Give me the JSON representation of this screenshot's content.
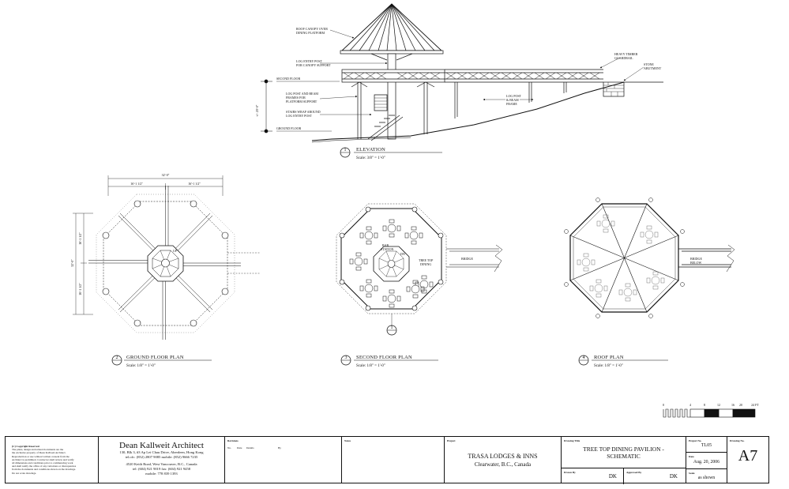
{
  "elevation": {
    "labels": {
      "roof_canopy": [
        "ROOF CANOPY OVER",
        "DINING PLATFORM"
      ],
      "log_entry_post": [
        "LOG ENTRY POST",
        "FOR CANOPY SUPPORT"
      ],
      "second_floor": "SECOND FLOOR",
      "log_post_beam": [
        "LOG POST AND BEAM",
        "FRAMES FOR",
        "PLATFORM SUPPORT"
      ],
      "stairs_wrap": [
        "STAIRS WRAP AROUND",
        "LOG ENTRY POST"
      ],
      "ground_floor": "GROUND FLOOR",
      "height_dim": "+/- 20'-0\"",
      "heavy_timber": [
        "HEAVY TIMBER",
        "GUARDRAIL"
      ],
      "stone_abutment": [
        "STONE",
        "ABUTMENT"
      ],
      "log_post_frame": [
        "LOG POST",
        "& BEAM",
        "FRAME"
      ]
    },
    "view_number": "1",
    "view_title": "ELEVATION",
    "scale": "Scale: 3/8\" = 1'-0\""
  },
  "ground_plan": {
    "dims": {
      "overall_width": "32'-0\"",
      "half_left": "16'-1 1/2\"",
      "half_right": "16'-1 1/2\"",
      "overall_height": "32'-0\"",
      "upper_half": "16'-1 1/2\"",
      "lower_half": "16'-1 1/2\""
    },
    "up_label": "UP",
    "view_number": "2",
    "view_title": "GROUND FLOOR PLAN",
    "scale": "Scale: 1/8\" = 1'-0\""
  },
  "second_plan": {
    "labels": {
      "bar_station": [
        "BAR",
        "STATION"
      ],
      "dn": "DN",
      "tree_top_dining": [
        "TREE TOP",
        "DINING"
      ],
      "bridge": "BRIDGE"
    },
    "section_marker": "1",
    "view_number": "3",
    "view_title": "SECOND FLOOR PLAN",
    "scale": "Scale: 1/8\" = 1'-0\""
  },
  "roof_plan": {
    "labels": {
      "bridge_below": [
        "BRIDGE",
        "BELOW"
      ]
    },
    "view_number": "4",
    "view_title": "ROOF PLAN",
    "scale": "Scale: 1/8\" = 1'-0\""
  },
  "scale_bar": {
    "ticks": [
      "0",
      "4",
      "8",
      "12",
      "16",
      "20",
      "24 FT"
    ]
  },
  "title_block": {
    "copyright": [
      "(C) Copyright Reserved",
      "The plans, design and related documents are the",
      "the exclusive property of Dean Kallweit Architect.",
      "Reproduction or use without written consent from the",
      "Architect is prohibited. Contractor shall review and verify",
      "all dimensions and conditions prior to commencing work",
      "and shall notify the office of any variations or discrepancies",
      "from the documents and conditions shown on the drawings.",
      "Do not scale drawings."
    ],
    "firm_name": "Dean Kallweit Architect",
    "firm_address": [
      "130, Blk 3, #3 Ap Lei Chau Drive, Aberdeen, Hong Kong",
      "tel.ofc: (852) 2807 9085  mobile: (852) 9666 7235",
      "",
      "4520 Keith Road, West Vancouver, B.C., Canada",
      "tel: (604) 921 9019  fax: (604) 921 9458",
      "mobile: 778 839 1393"
    ],
    "revisions_header": "Revisions",
    "revisions_cols": [
      "No.",
      "Date",
      "Details",
      "By"
    ],
    "notes_header": "Notes",
    "project_header": "Project",
    "project_name": "TRASA LODGES & INNS",
    "project_location": "Clearwater, B.C., Canada",
    "drawing_title_header": "Drawing Title",
    "drawing_title": [
      "TREE TOP DINING PAVILION -",
      "SCHEMATIC"
    ],
    "drawn_by_header": "Drawn By",
    "drawn_by": "DK",
    "approved_by_header": "Approved By",
    "approved_by": "DK",
    "project_no_header": "Project No.",
    "project_no": "TL05",
    "date_header": "Date",
    "date": "Aug. 20, 2006",
    "scale_header": "Scale",
    "scale": "as shown",
    "drawing_no_header": "Drawing No.",
    "drawing_no": "A7"
  }
}
